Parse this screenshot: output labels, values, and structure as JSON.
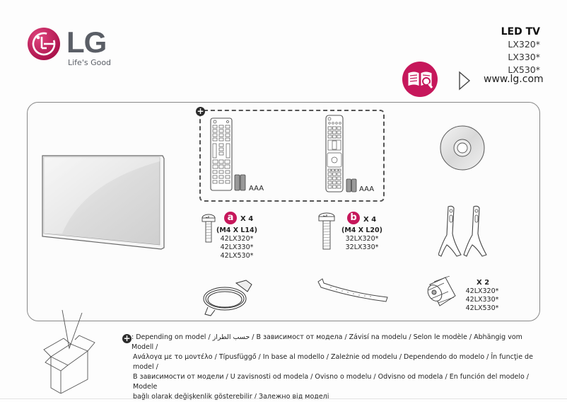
{
  "brand": {
    "name": "LG",
    "tagline": "Life's Good",
    "logo_icon": "lg-face-logo",
    "brand_color": "#c6175b",
    "text_color": "#5a5e66"
  },
  "header": {
    "product_type": "LED TV",
    "models": [
      "LX320*",
      "LX330*",
      "LX530*"
    ],
    "manual_icon": "book-magnifier-icon",
    "arrow_icon": "triangle-right-icon",
    "website": "www.lg.com"
  },
  "contents": {
    "tv": {
      "label": "tv-illustration"
    },
    "optional_group": {
      "badge": "+",
      "remotes": [
        {
          "battery_label": "AAA"
        },
        {
          "battery_label": "AAA"
        }
      ]
    },
    "disc": {
      "label": "cd-disc-illustration"
    },
    "screw_a": {
      "letter": "a",
      "quantity": "X 4",
      "spec": "(M4 X L14)",
      "models": [
        "42LX320*",
        "42LX330*",
        "42LX530*"
      ]
    },
    "screw_b": {
      "letter": "b",
      "quantity": "X 4",
      "spec": "(M4 X L20)",
      "models": [
        "32LX320*",
        "32LX330*"
      ]
    },
    "stand_legs": {
      "label": "stand-legs-illustration"
    },
    "power_cord": {
      "label": "power-cord-illustration"
    },
    "cable_tie": {
      "label": "cable-tie-illustration"
    },
    "spacer": {
      "quantity": "X 2",
      "models": [
        "42LX320*",
        "42LX330*",
        "42LX530*"
      ]
    }
  },
  "footnote": {
    "badge": "+",
    "lines": [
      ": Depending on model / حسب الطراز / В зависимост от модела / Závisí na modelu / Selon le modèle / Abhängig vom Modell /",
      "Ανάλογα με το μοντέλο / Típusfüggő /  In base al modello / Zależnie od modelu / Dependendo do modelo / În funcţie de model /",
      "В зависимости от модели / U zavisnosti od modela / Ovisno o modelu / Odvisno od modela / En función del modelo / Modele",
      "bağlı olarak değişkenlik gösterebilir / Залежно від моделі"
    ]
  }
}
